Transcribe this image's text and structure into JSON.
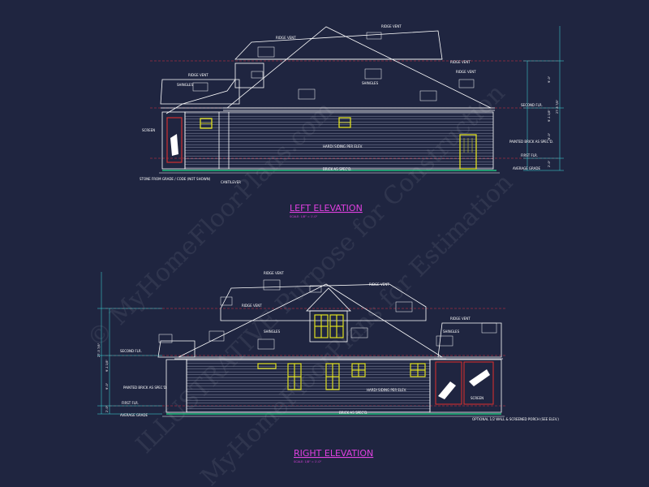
{
  "watermark": {
    "line1": "© MyHomeFloorPlans.com",
    "line2": "ILLUSTRATIVE Purpose for Construction",
    "line3": "MyHomeFloorPlans for Estimation"
  },
  "left_elevation": {
    "title": "LEFT ELEVATION",
    "scale": "SCALE: 1/8\" = 1'-0\"",
    "labels": {
      "ridge_vent_1": "RIDGE VENT",
      "ridge_vent_2": "RIDGE VENT",
      "ridge_vent_3": "RIDGE VENT",
      "ridge_vent_4": "RIDGE VENT",
      "ridge_vent_5": "RIDGE VENT",
      "shingles_1": "SHINGLES",
      "shingles_2": "SHINGLES",
      "screen": "SCREEN",
      "stone_note": "STONE FROM GRADE / CODE (NOT SHOWN)",
      "cantilever": "CANTILEVER",
      "hardi_siding": "HARDI SIDING PER ELEV.",
      "brick": "BRICK AS SPEC'D.",
      "painted_brick": "PAINTED BRICK AS SPEC'D.",
      "second_flr": "SECOND FLR.",
      "first_flr": "FIRST FLR.",
      "average_grade": "AVERAGE GRADE"
    },
    "dims": [
      "9'-0\"",
      "27'-5 7/8\"",
      "9'-1 1/8\"",
      "9'-0\"",
      "2'-0\""
    ]
  },
  "right_elevation": {
    "title": "RIGHT ELEVATION",
    "scale": "SCALE: 1/8\" = 1'-0\"",
    "labels": {
      "ridge_vent_1": "RIDGE VENT",
      "ridge_vent_2": "RIDGE VENT",
      "ridge_vent_3": "RIDGE VENT",
      "ridge_vent_4": "RIDGE VENT",
      "shingles_1": "SHINGLES",
      "shingles_2": "SHINGLES",
      "second_flr": "SECOND FLR.",
      "first_flr": "FIRST FLR.",
      "average_grade": "AVERAGE GRADE",
      "painted_brick": "PAINTED BRICK AS SPEC'D.",
      "hardi_siding": "HARDI SIDING PER ELEV.",
      "brick": "BRICK AS SPEC'D.",
      "screen": "SCREEN",
      "optional_porch": "OPTIONAL 1/2 WALL & SCREENED PORCH (SEE ELEV.)"
    },
    "dims": [
      "27'-5 7/8\"",
      "9'-1 1/8\"",
      "9'-0\"",
      "2'-0\""
    ]
  },
  "colors": {
    "background": "#1f2540",
    "line": "#ffffff",
    "window": "#e0e020",
    "door_frame": "#d03030",
    "ground": "#20c080",
    "ref_line": "#e03040",
    "dim_line": "#40e0e0",
    "title": "#e040e0"
  }
}
